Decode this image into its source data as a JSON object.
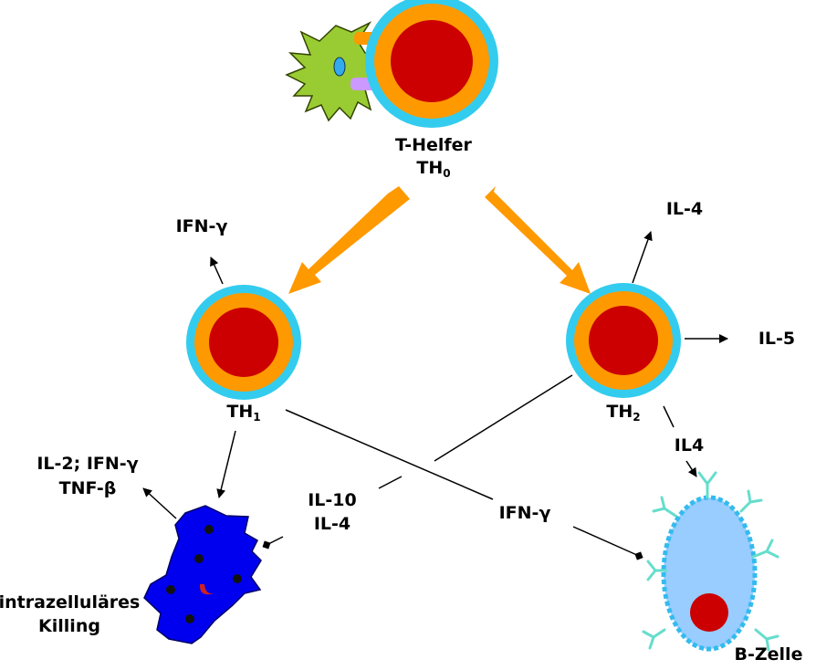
{
  "labels": {
    "th0_line1": "T-Helfer",
    "th0_base": "TH",
    "th0_sub": "0",
    "th1_base": "TH",
    "th1_sub": "1",
    "th2_base": "TH",
    "th2_sub": "2",
    "ifn_th1": "IFN-γ",
    "il4_top": "IL-4",
    "il5": "IL-5",
    "il4_bcell": "IL4",
    "il2_ifn": "IL-2; IFN-γ",
    "tnf": "TNF-β",
    "il10": "IL-10",
    "il4_inhib": "IL-4",
    "ifn_inhib": "IFN-γ",
    "killing_1": "intrazelluläres",
    "killing_2": "Killing",
    "bcell": "B-Zelle"
  },
  "colors": {
    "outer_ring": "#33ccee",
    "middle_ring": "#ff9900",
    "nucleus": "#cc0000",
    "arrow_orange": "#ff9900",
    "dendritic": "#99cc33",
    "macrophage": "#0000ee",
    "bcell_fill": "#99ccff",
    "bcell_border": "#33bbee",
    "receptor": "#66ddcc",
    "mhc_connector": "#ff9900",
    "tcr_connector": "#cc99ff"
  }
}
